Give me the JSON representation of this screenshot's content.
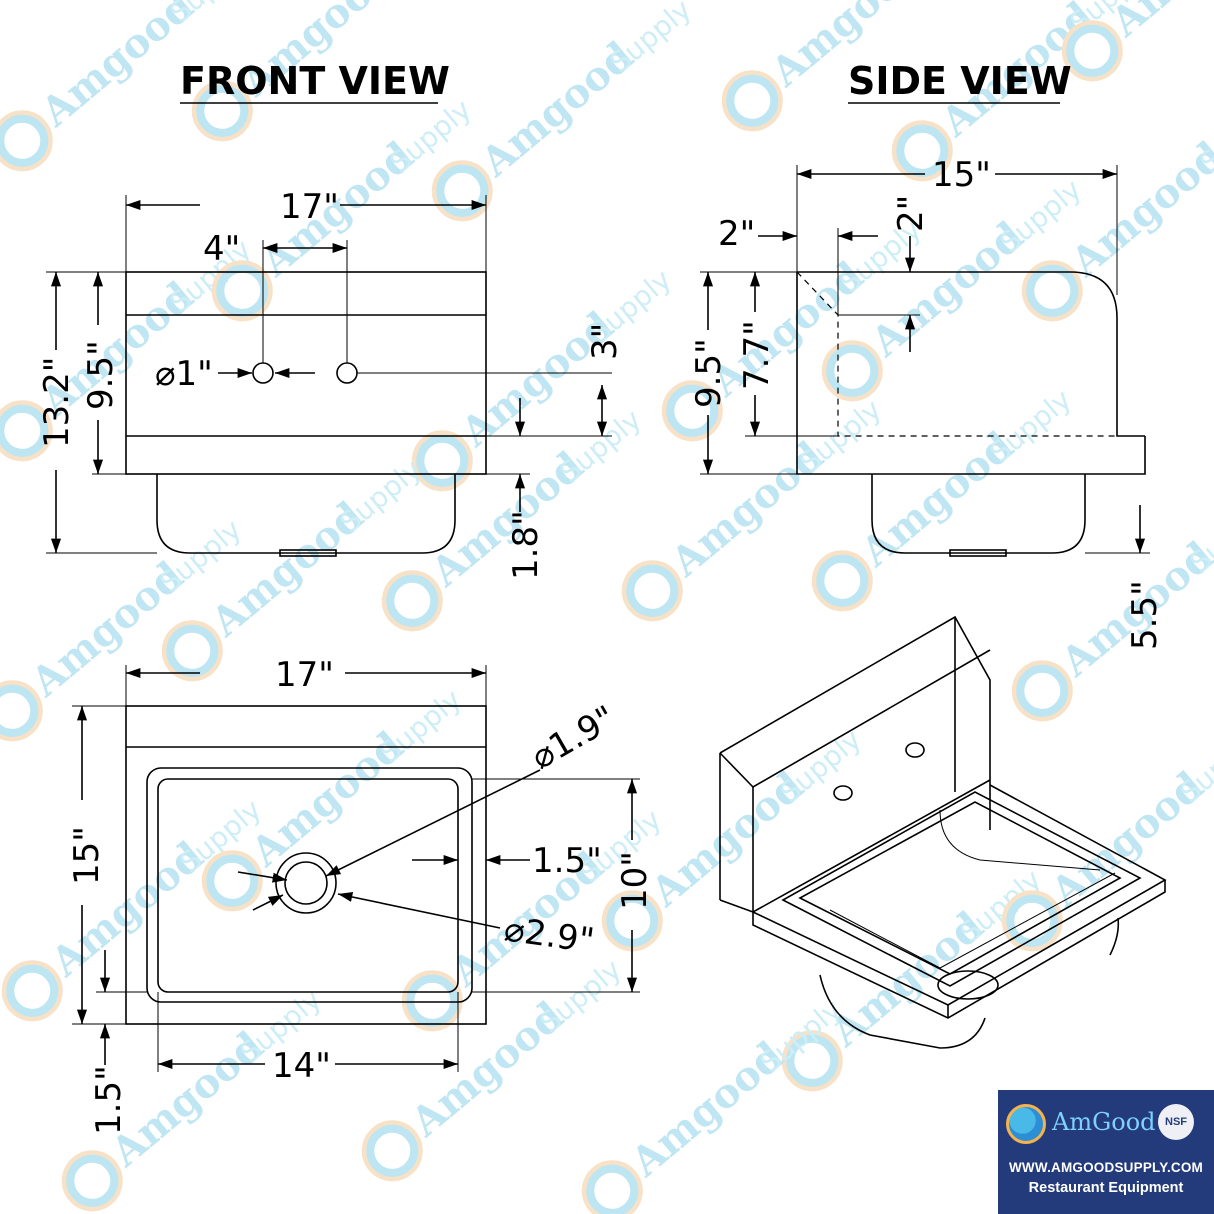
{
  "titles": {
    "front": "FRONT VIEW",
    "side": "SIDE VIEW"
  },
  "front_view": {
    "width": "17\"",
    "hole_spacing": "4\"",
    "hole_diameter": "⌀1\"",
    "overall_height": "13.2\"",
    "panel_height": "9.5\"",
    "hole_height": "3\"",
    "bowl_depth": "1.8\""
  },
  "side_view": {
    "depth": "15\"",
    "backsplash_thickness": "2\"",
    "backsplash_top": "2\"",
    "panel_height": "9.5\"",
    "inner_height": "7.7\"",
    "bowl_depth": "5.5\""
  },
  "top_view": {
    "width": "17\"",
    "depth": "15\"",
    "drain_diameter": "⌀1.9\"",
    "drain_outer_diameter": "⌀2.9\"",
    "rim_width": "1.5\"",
    "bowl_depth": "10\"",
    "bowl_width": "14\"",
    "front_rim": "1.5\""
  },
  "watermark": {
    "brand": "Amgood",
    "suffix": "Supply"
  },
  "badge": {
    "brand": "AmGood",
    "cert": "NSF",
    "url": "WWW.AMGOODSUPPLY.COM",
    "tagline": "Restaurant Equipment"
  },
  "colors": {
    "line": "#000000",
    "watermark": "#bfe6f2",
    "badge_bg": "#233b7a"
  },
  "icons": {
    "logo": "amgood-logo-icon",
    "certification": "nsf-seal-icon"
  }
}
